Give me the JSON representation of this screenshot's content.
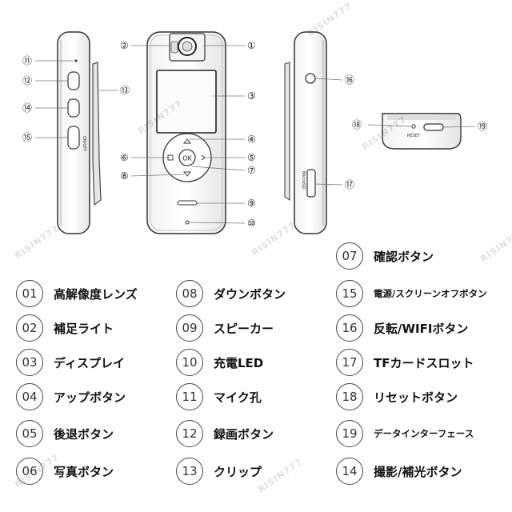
{
  "watermark": "RISIN777",
  "callouts": [
    "①",
    "②",
    "③",
    "④",
    "⑤",
    "⑥",
    "⑦",
    "⑧",
    "⑨",
    "⑩",
    "⑪",
    "⑫",
    "⑬",
    "⑭",
    "⑮",
    "⑯",
    "⑰",
    "⑱",
    "⑲"
  ],
  "device_texts": {
    "ok": "OK",
    "on_off": "ON/OFF",
    "reset": "RESET",
    "microsd": "MicroSD"
  },
  "legend": [
    {
      "num": "01",
      "label": "高解像度レンズ"
    },
    {
      "num": "02",
      "label": "補足ライト"
    },
    {
      "num": "03",
      "label": "ディスプレイ"
    },
    {
      "num": "04",
      "label": "アップボタン"
    },
    {
      "num": "05",
      "label": "後退ボタン"
    },
    {
      "num": "06",
      "label": "写真ボタン"
    },
    {
      "num": "07",
      "label": "確認ボタン"
    },
    {
      "num": "08",
      "label": "ダウンボタン"
    },
    {
      "num": "09",
      "label": "スピーカー"
    },
    {
      "num": "10",
      "label": "充電LED"
    },
    {
      "num": "11",
      "label": "マイク孔"
    },
    {
      "num": "12",
      "label": "録画ボタン"
    },
    {
      "num": "13",
      "label": "クリップ"
    },
    {
      "num": "14",
      "label": "撮影/補光ボタン"
    },
    {
      "num": "15",
      "label": "電源/スクリーンオフボタン"
    },
    {
      "num": "16",
      "label": "反転/WIFIボタン"
    },
    {
      "num": "17",
      "label": "TFカードスロット"
    },
    {
      "num": "18",
      "label": "リセットボタン"
    },
    {
      "num": "19",
      "label": "データインターフェース"
    }
  ]
}
